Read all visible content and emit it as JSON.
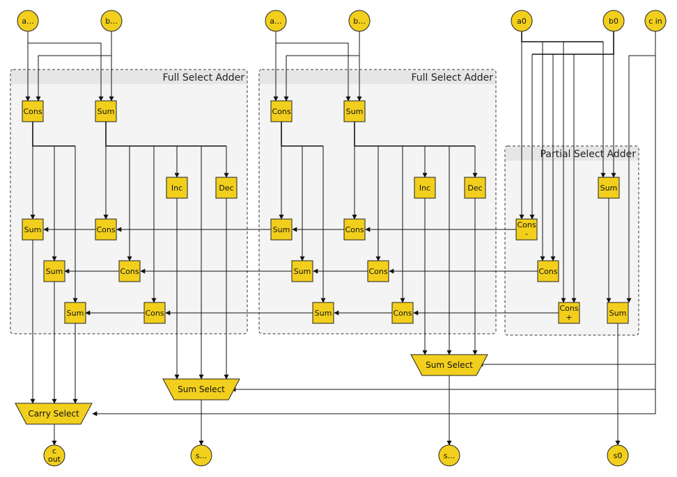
{
  "groups": [
    {
      "id": "g1",
      "title": "Full Select Adder"
    },
    {
      "id": "g2",
      "title": "Full Select Adder"
    },
    {
      "id": "g3",
      "title": "Partial Select Adder"
    }
  ],
  "ports": {
    "in_a1": "a...",
    "in_b1": "b...",
    "in_a2": "a...",
    "in_b2": "b...",
    "in_a0": "a0",
    "in_b0": "b0",
    "in_cin": "c in",
    "out_cout_1": "c",
    "out_cout_2": "out",
    "out_s1": "s...",
    "out_s2": "s...",
    "out_s0": "s0"
  },
  "labels": {
    "cons": "Cons",
    "sum": "Sum",
    "inc": "Inc",
    "dec": "Dec",
    "cons_minus_1": "Cons",
    "cons_minus_2": "-",
    "cons_plus_1": "Cons",
    "cons_plus_2": "+",
    "sum_select": "Sum Select",
    "carry_select": "Carry Select"
  }
}
